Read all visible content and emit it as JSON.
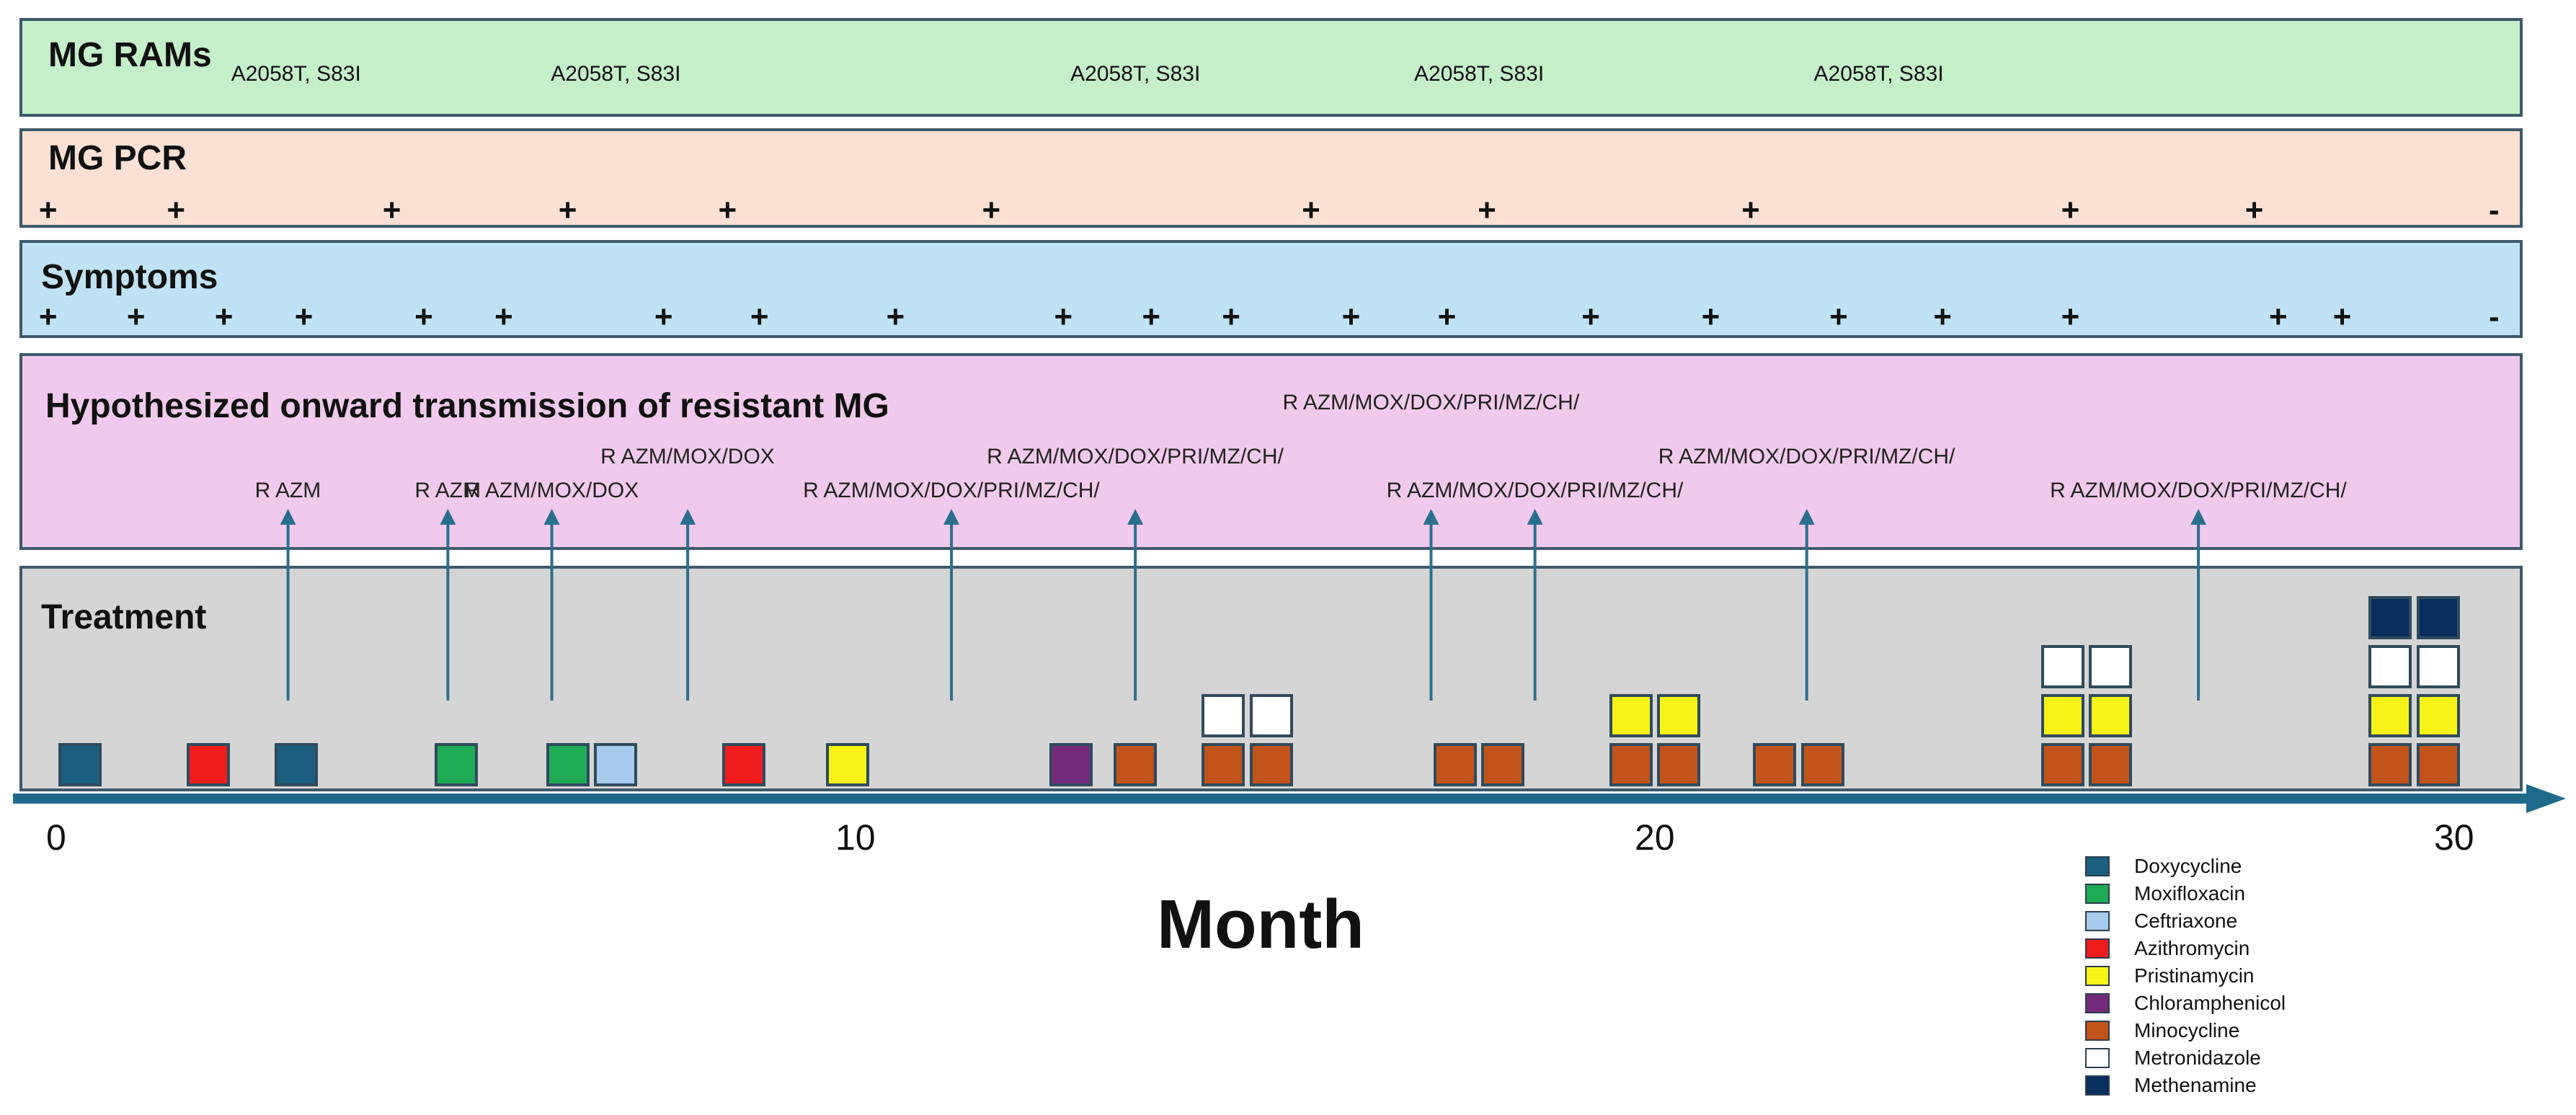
{
  "bands": {
    "rams": {
      "title": "MG RAMs",
      "color": "#c5efc9"
    },
    "pcr": {
      "title": "MG PCR",
      "color": "#fbe1d3"
    },
    "symptoms": {
      "title": "Symptoms",
      "color": "#bfe3f4"
    },
    "transmission": {
      "title": "Hypothesized onward transmission of resistant MG",
      "color": "#f0caec"
    },
    "treatment": {
      "title": "Treatment",
      "color": "#d5d5d5"
    }
  },
  "axis": {
    "title": "Month",
    "ticks": [
      {
        "value": 0,
        "label": "0"
      },
      {
        "value": 10,
        "label": "10"
      },
      {
        "value": 20,
        "label": "20"
      },
      {
        "value": 30,
        "label": "30"
      }
    ],
    "range": [
      0,
      30
    ],
    "arrow_color": "#1f6a8c"
  },
  "chart_data": {
    "type": "timeline",
    "rams": [
      {
        "month": 3.0,
        "label": "A2058T, S83I"
      },
      {
        "month": 7.0,
        "label": "A2058T, S83I"
      },
      {
        "month": 13.5,
        "label": "A2058T, S83I"
      },
      {
        "month": 17.8,
        "label": "A2058T, S83I"
      },
      {
        "month": 22.8,
        "label": "A2058T, S83I"
      }
    ],
    "pcr": [
      {
        "month": -0.1,
        "sign": "+"
      },
      {
        "month": 1.5,
        "sign": "+"
      },
      {
        "month": 4.2,
        "sign": "+"
      },
      {
        "month": 6.4,
        "sign": "+"
      },
      {
        "month": 8.4,
        "sign": "+"
      },
      {
        "month": 11.7,
        "sign": "+"
      },
      {
        "month": 15.7,
        "sign": "+"
      },
      {
        "month": 17.9,
        "sign": "+"
      },
      {
        "month": 21.2,
        "sign": "+"
      },
      {
        "month": 25.2,
        "sign": "+"
      },
      {
        "month": 27.5,
        "sign": "+"
      },
      {
        "month": 30.5,
        "sign": "-"
      }
    ],
    "symptoms": [
      {
        "month": -0.1,
        "sign": "+"
      },
      {
        "month": 1.0,
        "sign": "+"
      },
      {
        "month": 2.1,
        "sign": "+"
      },
      {
        "month": 3.1,
        "sign": "+"
      },
      {
        "month": 4.6,
        "sign": "+"
      },
      {
        "month": 5.6,
        "sign": "+"
      },
      {
        "month": 7.6,
        "sign": "+"
      },
      {
        "month": 8.8,
        "sign": "+"
      },
      {
        "month": 10.5,
        "sign": "+"
      },
      {
        "month": 12.6,
        "sign": "+"
      },
      {
        "month": 13.7,
        "sign": "+"
      },
      {
        "month": 14.7,
        "sign": "+"
      },
      {
        "month": 16.2,
        "sign": "+"
      },
      {
        "month": 17.4,
        "sign": "+"
      },
      {
        "month": 19.2,
        "sign": "+"
      },
      {
        "month": 20.7,
        "sign": "+"
      },
      {
        "month": 22.3,
        "sign": "+"
      },
      {
        "month": 23.6,
        "sign": "+"
      },
      {
        "month": 25.2,
        "sign": "+"
      },
      {
        "month": 27.8,
        "sign": "+"
      },
      {
        "month": 28.6,
        "sign": "+"
      },
      {
        "month": 30.5,
        "sign": "-"
      }
    ],
    "transmission": [
      {
        "month": 2.9,
        "label": "R AZM",
        "level": 0
      },
      {
        "month": 4.9,
        "label": "R AZM",
        "level": 0
      },
      {
        "month": 6.2,
        "label": "R AZM/MOX/DOX",
        "level": 0
      },
      {
        "month": 7.9,
        "label": "R AZM/MOX/DOX",
        "level": 1
      },
      {
        "month": 11.2,
        "label": "R AZM/MOX/DOX/PRI/MZ/CH/",
        "level": 0
      },
      {
        "month": 13.5,
        "label": "R AZM/MOX/DOX/PRI/MZ/CH/",
        "level": 1
      },
      {
        "month": 17.2,
        "label": "R AZM/MOX/DOX/PRI/MZ/CH/",
        "level": 2
      },
      {
        "month": 18.5,
        "label": "R AZM/MOX/DOX/PRI/MZ/CH/",
        "level": 0
      },
      {
        "month": 21.9,
        "label": "R AZM/MOX/DOX/PRI/MZ/CH/",
        "level": 1
      },
      {
        "month": 26.8,
        "label": "R AZM/MOX/DOX/PRI/MZ/CH/",
        "level": 0
      }
    ],
    "treatments": [
      {
        "month": 0.3,
        "drugs": [
          "Doxycycline"
        ]
      },
      {
        "month": 1.9,
        "drugs": [
          "Azithromycin"
        ]
      },
      {
        "month": 3.0,
        "drugs": [
          "Doxycycline"
        ]
      },
      {
        "month": 5.0,
        "drugs": [
          "Moxifloxacin"
        ]
      },
      {
        "month": 6.4,
        "drugs": [
          "Moxifloxacin"
        ]
      },
      {
        "month": 7.0,
        "drugs": [
          "Ceftriaxone"
        ]
      },
      {
        "month": 8.6,
        "drugs": [
          "Azithromycin"
        ]
      },
      {
        "month": 9.9,
        "drugs": [
          "Pristinamycin"
        ]
      },
      {
        "month": 12.7,
        "drugs": [
          "Chloramphenicol"
        ]
      },
      {
        "month": 13.5,
        "drugs": [
          "Minocycline"
        ]
      },
      {
        "month": 14.6,
        "drugs": [
          "Minocycline",
          "Metronidazole"
        ]
      },
      {
        "month": 15.2,
        "drugs": [
          "Minocycline",
          "Metronidazole"
        ]
      },
      {
        "month": 17.5,
        "drugs": [
          "Minocycline"
        ]
      },
      {
        "month": 18.1,
        "drugs": [
          "Minocycline"
        ]
      },
      {
        "month": 19.7,
        "drugs": [
          "Minocycline",
          "Pristinamycin"
        ]
      },
      {
        "month": 20.3,
        "drugs": [
          "Minocycline",
          "Pristinamycin"
        ]
      },
      {
        "month": 21.5,
        "drugs": [
          "Minocycline"
        ]
      },
      {
        "month": 22.1,
        "drugs": [
          "Minocycline"
        ]
      },
      {
        "month": 25.1,
        "drugs": [
          "Minocycline",
          "Pristinamycin",
          "Metronidazole"
        ]
      },
      {
        "month": 25.7,
        "drugs": [
          "Minocycline",
          "Pristinamycin",
          "Metronidazole"
        ]
      },
      {
        "month": 29.2,
        "drugs": [
          "Minocycline",
          "Pristinamycin",
          "Metronidazole",
          "Methenamine"
        ]
      },
      {
        "month": 29.8,
        "drugs": [
          "Minocycline",
          "Pristinamycin",
          "Metronidazole",
          "Methenamine"
        ]
      }
    ]
  },
  "legend": [
    {
      "name": "Doxycycline",
      "color": "#1b5e7e"
    },
    {
      "name": "Moxifloxacin",
      "color": "#1faa55"
    },
    {
      "name": "Ceftriaxone",
      "color": "#a7cbed"
    },
    {
      "name": "Azithromycin",
      "color": "#ee1c1c"
    },
    {
      "name": "Pristinamycin",
      "color": "#f7f316"
    },
    {
      "name": "Chloramphenicol",
      "color": "#742a7a"
    },
    {
      "name": "Minocycline",
      "color": "#c2531a"
    },
    {
      "name": "Metronidazole",
      "color": "#ffffff"
    },
    {
      "name": "Methenamine",
      "color": "#082e5e"
    }
  ]
}
